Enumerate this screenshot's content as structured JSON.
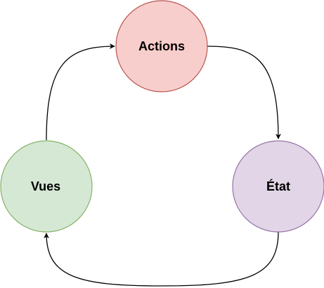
{
  "diagram": {
    "nodes": [
      {
        "id": "actions",
        "label": "Actions",
        "fill": "#f8cecc",
        "stroke": "#b85450"
      },
      {
        "id": "etat",
        "label": "État",
        "fill": "#e1d5e7",
        "stroke": "#9673a6"
      },
      {
        "id": "vues",
        "label": "Vues",
        "fill": "#d5e8d4",
        "stroke": "#82b366"
      }
    ],
    "edges": [
      {
        "from": "actions",
        "to": "etat"
      },
      {
        "from": "etat",
        "to": "vues"
      },
      {
        "from": "vues",
        "to": "actions"
      }
    ],
    "edge_color": "#000000"
  }
}
